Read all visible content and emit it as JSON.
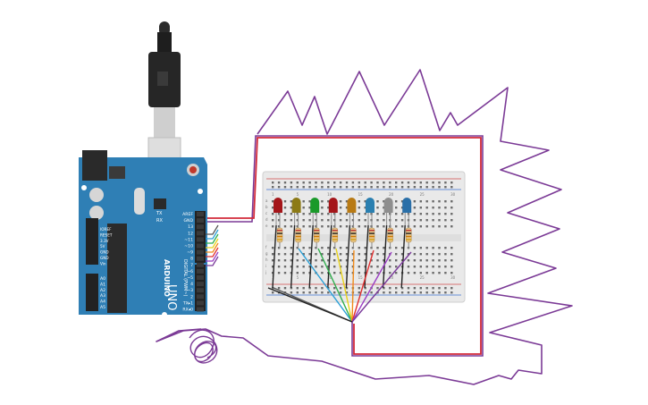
{
  "arduino": {
    "brand": "ARDUINO",
    "model": "UNO",
    "digital_header": "DIGITAL (PWM~)",
    "tx": "TX",
    "rx": "RX",
    "pin_labels_right": [
      "AREF",
      "GND",
      "13",
      "12",
      "~11",
      "~10",
      "~9",
      "8",
      "7",
      "~6",
      "~5",
      "4",
      "~3",
      "2",
      "TX▸1",
      "RX◂0"
    ],
    "power_labels": [
      "IOREF",
      "RESET",
      "3.3V",
      "5V",
      "GND",
      "GND",
      "Vin"
    ],
    "analog_labels": [
      "A0",
      "A1",
      "A2",
      "A3",
      "A4",
      "A5"
    ]
  },
  "breadboard": {
    "column_numbers": [
      "1",
      "5",
      "10",
      "15",
      "20",
      "25",
      "30"
    ],
    "row_letters_top": [
      "a",
      "b",
      "c",
      "d",
      "e"
    ],
    "row_letters_bottom": [
      "f",
      "g",
      "h",
      "i",
      "j"
    ]
  },
  "leds": [
    {
      "color": "#a4161a"
    },
    {
      "color": "#8c7a16"
    },
    {
      "color": "#1a9a2a"
    },
    {
      "color": "#a4161a"
    },
    {
      "color": "#b87a14"
    },
    {
      "color": "#2a7fb0"
    },
    {
      "color": "#8e8e8e"
    },
    {
      "color": "#2a6fa8"
    }
  ],
  "wire_colors": [
    "#555555",
    "#2a9fd6",
    "#2fae4c",
    "#e8d21a",
    "#f08a1a",
    "#e03030",
    "#9b3fc4",
    "#7a3a9a"
  ],
  "colors": {
    "board_blue": "#2f7fb5",
    "purple_wire": "#7b3a96",
    "red_wire": "#d22a3a",
    "breadboard": "#e9e9e9"
  }
}
